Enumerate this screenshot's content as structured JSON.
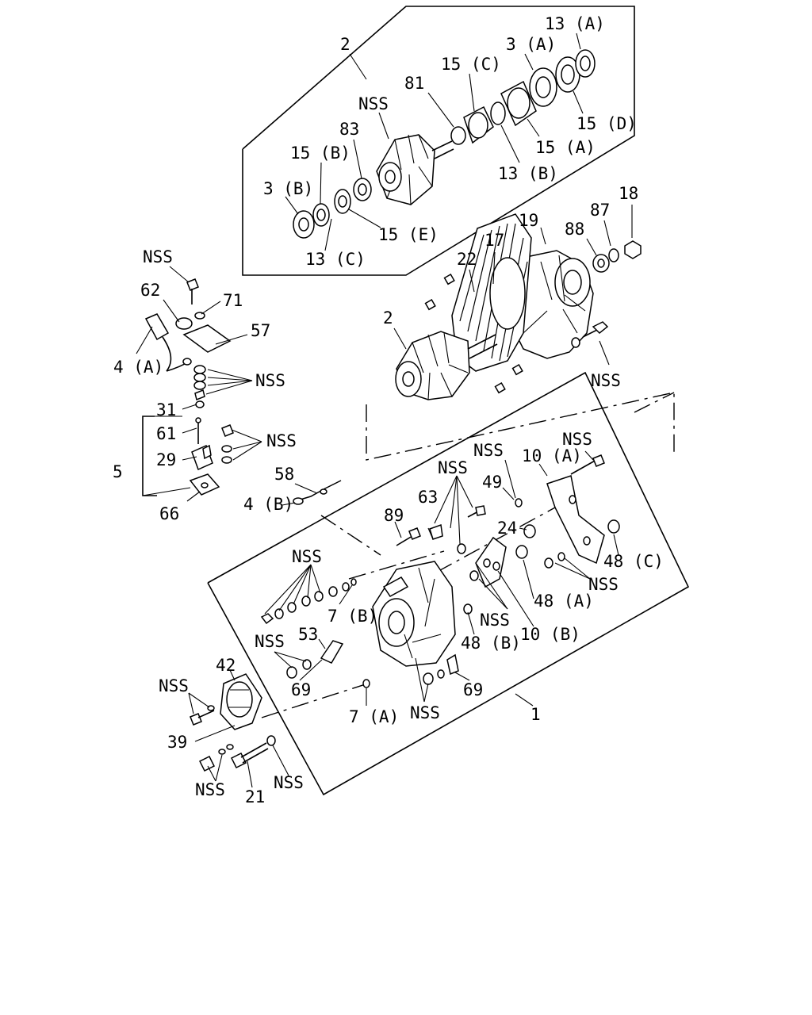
{
  "labels": {
    "l_2_top": "2",
    "l_13A": "13 (A)",
    "l_3A": "3 (A)",
    "l_15C": "15 (C)",
    "l_81": "81",
    "l_NSS_rotor": "NSS",
    "l_83": "83",
    "l_15B": "15 (B)",
    "l_3B": "3 (B)",
    "l_15D": "15 (D)",
    "l_15A": "15 (A)",
    "l_13B": "13 (B)",
    "l_15E": "15 (E)",
    "l_13C": "13 (C)",
    "l_18": "18",
    "l_19": "19",
    "l_87": "87",
    "l_88": "88",
    "l_17": "17",
    "l_22": "22",
    "l_2_mid": "2",
    "l_NSS_front": "NSS",
    "l_NSS_brush": "NSS",
    "l_62": "62",
    "l_71": "71",
    "l_57": "57",
    "l_4A": "4 (A)",
    "l_NSS_stack": "NSS",
    "l_31": "31",
    "l_61": "61",
    "l_NSS_reg": "NSS",
    "l_5": "5",
    "l_29": "29",
    "l_66": "66",
    "l_58": "58",
    "l_4B": "4 (B)",
    "l_NSS_screw1": "NSS",
    "l_NSS_10A": "NSS",
    "l_10A": "10 (A)",
    "l_NSS_bolt": "NSS",
    "l_49": "49",
    "l_63": "63",
    "l_89": "89",
    "l_24": "24",
    "l_48C": "48 (C)",
    "l_NSS_48A": "NSS",
    "l_48A": "48 (A)",
    "l_NSS_rear": "NSS",
    "l_7B": "7 (B)",
    "l_NSS_10B": "NSS",
    "l_10B": "10 (B)",
    "l_NSS_53": "NSS",
    "l_53": "53",
    "l_48B": "48 (B)",
    "l_69_left": "69",
    "l_69_right": "69",
    "l_42": "42",
    "l_NSS_39": "NSS",
    "l_7A": "7 (A)",
    "l_NSS_bottom": "NSS",
    "l_1": "1",
    "l_39": "39",
    "l_NSS_21a": "NSS",
    "l_21": "21",
    "l_NSS_21b": "NSS"
  }
}
